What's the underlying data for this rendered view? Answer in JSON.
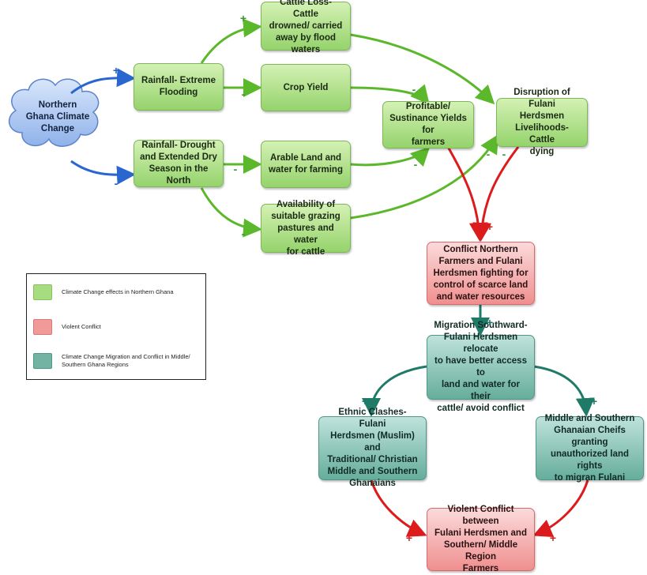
{
  "colors": {
    "positive_sign": "#3a9a32",
    "blue_sign": "#2a5fc4",
    "red_sign": "#d32222",
    "teal_sign": "#1d7a6a",
    "green_arrow": "#5cb82b",
    "blue_arrow": "#2a66d0",
    "red_arrow": "#dc1c1c",
    "teal_arrow": "#1f7a68",
    "legend_green": "#a7dc80",
    "legend_red": "#f19a9a",
    "legend_teal": "#73b3a4"
  },
  "cloud": {
    "label": "Northern\nGhana Climate\nChange"
  },
  "nodes": {
    "rainfall_flood": "Rainfall- Extreme\nFlooding",
    "rainfall_drought": "Rainfall- Drought\nand Extended Dry\nSeason in the North",
    "cattle_loss": "Cattle Loss- Cattle\ndrowned/ carried\naway by flood waters",
    "crop_yield": "Crop Yield",
    "arable_land": "Arable Land and\nwater for farming",
    "grazing": "Availability of\nsuitable grazing\npastures and water\nfor cattle",
    "profitable": "Profitable/\nSustinance Yields for\nfarmers",
    "disruption": "Disruption of Fulani\nHerdsmen\nLivelihoods- Cattle\ndying",
    "conflict_north": "Conflict Northern\nFarmers and Fulani\nHerdsmen fighting for\ncontrol of scarce land\nand water resources",
    "migration": "Migration Southward-\nFulani Herdsmen relocate\nto have better access to\nland and water for their\ncattle/ avoid conflict",
    "ethnic": "Ethnic Clashes- Fulani\nHerdsmen (Muslim) and\nTraditional/ Christian\nMiddle and Southern\nGhanaians",
    "chiefs": "Middle and Southern\nGhanaian Cheifs granting\nunauthorized land rights\nto migran Fulani",
    "violent_south": "Violent Conflict between\nFulani Herdsmen and\nSouthern/ Middle Region\nFarmers"
  },
  "signs": {
    "cloud_to_flood": "+",
    "cloud_to_drought": "-",
    "flood_to_cattle": "+",
    "flood_to_crop": "-",
    "drought_to_arable": "-",
    "drought_to_grazing": "-",
    "crop_to_profitable": "-",
    "arable_to_profitable": "-",
    "grazing_to_disruption": "-",
    "disruption_in": "-",
    "profitable_disruption_to_conflict": "+",
    "conflict_to_migration": "+",
    "migration_to_ethnic": "+",
    "migration_to_chiefs": "+",
    "ethnic_to_violent": "+",
    "chiefs_to_violent": "+"
  },
  "legend": {
    "items": [
      {
        "label": "Climate Change effects in Northern Ghana",
        "color": "#a7dc80"
      },
      {
        "label": "Violent Conflict",
        "color": "#f19a9a"
      },
      {
        "label": "Climate Change Migration and Conflict in Middle/ Southern Ghana Regions",
        "color": "#73b3a4"
      }
    ]
  }
}
